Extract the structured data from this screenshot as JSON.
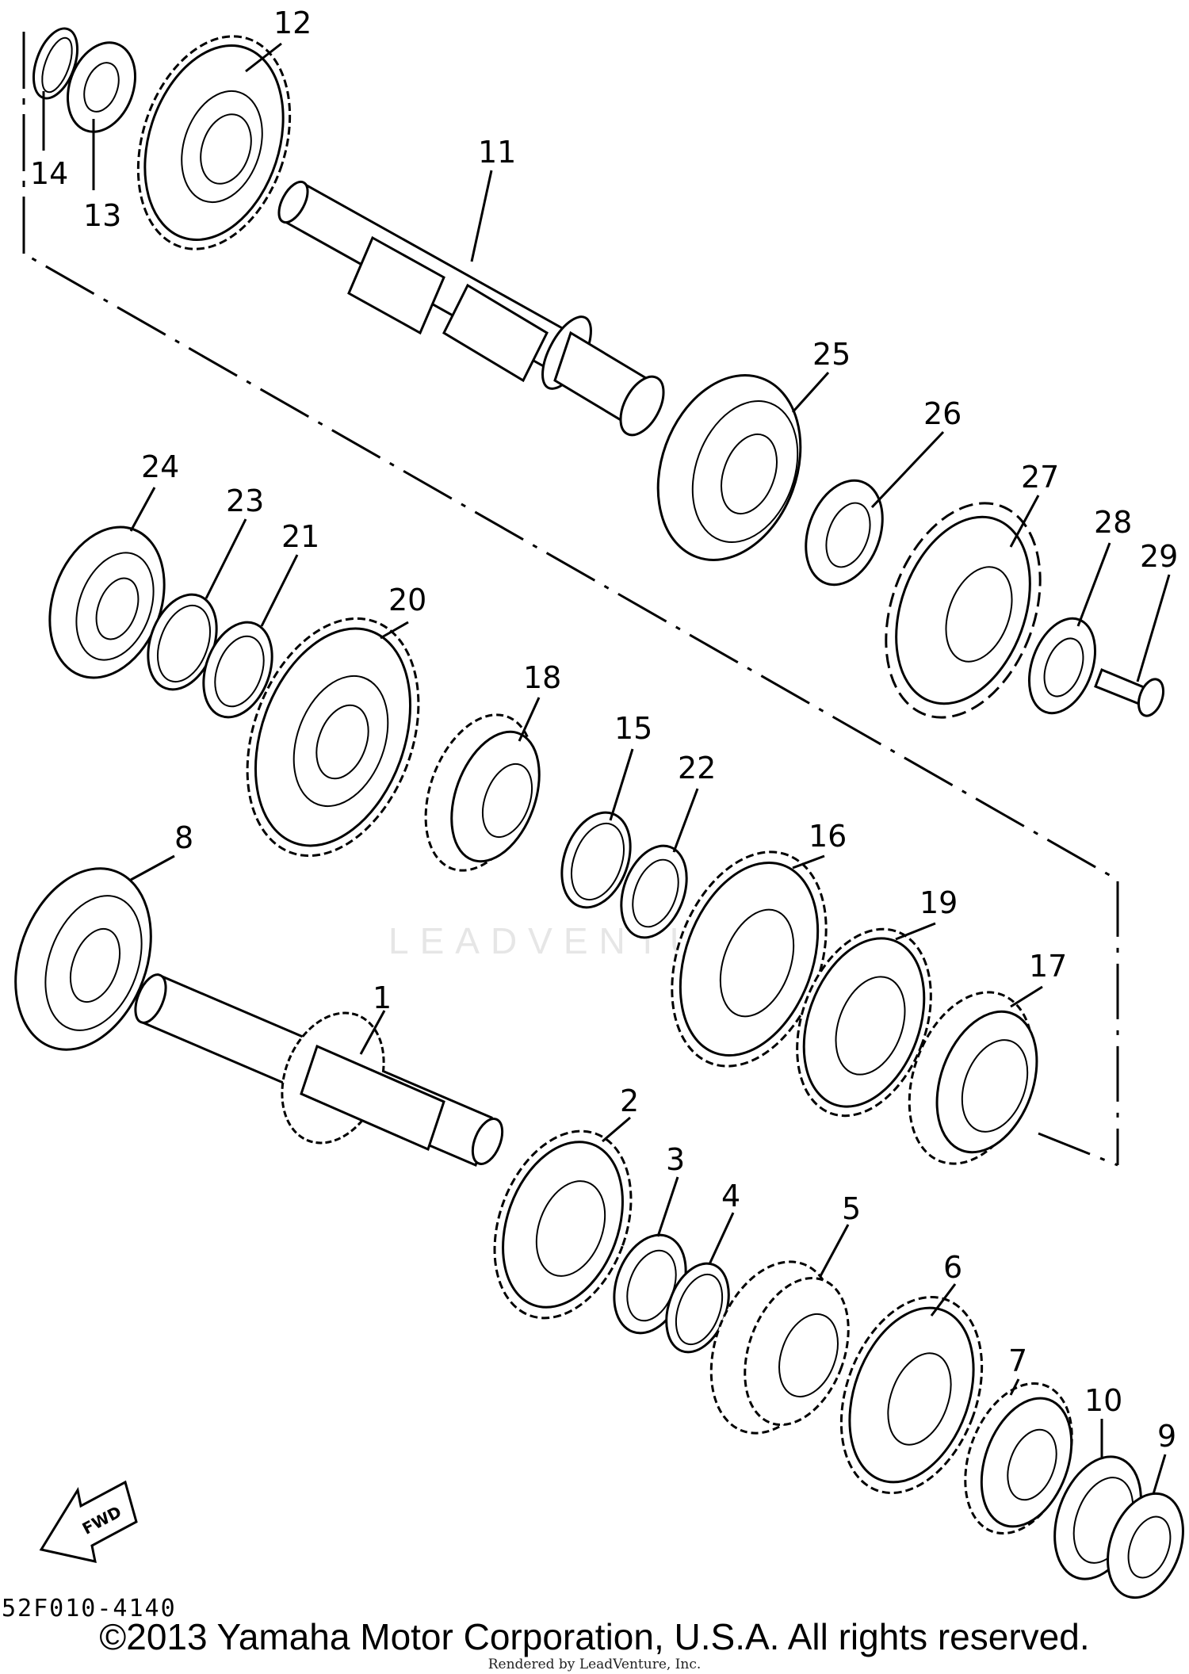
{
  "diagram": {
    "callouts": [
      "1",
      "2",
      "3",
      "4",
      "5",
      "6",
      "7",
      "8",
      "9",
      "10",
      "11",
      "12",
      "13",
      "14",
      "15",
      "16",
      "17",
      "18",
      "19",
      "20",
      "21",
      "22",
      "23",
      "24",
      "25",
      "26",
      "27",
      "28",
      "29"
    ],
    "fwd_label": "FWD",
    "reference_code": "52F010-4140",
    "watermark": "LEADVENTURE"
  },
  "footer": {
    "copyright": "©2013 Yamaha Motor Corporation, U.S.A. All rights reserved.",
    "rendered_by": "Rendered by LeadVenture, Inc."
  }
}
